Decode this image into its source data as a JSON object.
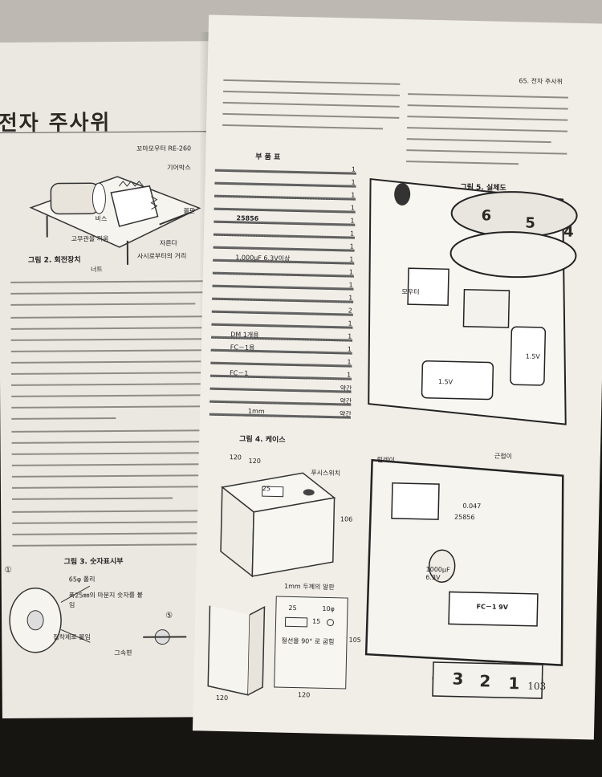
{
  "left_page": {
    "title": "전자 주사위",
    "fig2": {
      "caption": "그림 2. 회전장치",
      "labels": [
        "꼬마모우터 RE-260",
        "기어박스",
        "고무관을 끼움",
        "볼판",
        "비스",
        "자른다",
        "너트",
        "사시로부터의 거리"
      ]
    },
    "fig3": {
      "caption": "그림 3. 숫자표시부",
      "labels": [
        "①",
        "⑤",
        "65φ 폴리",
        "폭25㎜의 마분지 숫자를 붙임",
        "접착제로 붙임",
        "그속편"
      ]
    }
  },
  "right_page": {
    "header": "65. 전자 주사위",
    "page_number": "103",
    "parts_title": "부 품 표",
    "parts_values": [
      "1",
      "1",
      "1",
      "1",
      "1",
      "1",
      "1",
      "1",
      "1",
      "1",
      "1",
      "2",
      "1",
      "1",
      "1",
      "1",
      "1",
      "약간",
      "약간",
      "약간"
    ],
    "parts_fragments": [
      "25856",
      "1,000μF 6.3V이상",
      "DM 1개용",
      "FC－1용",
      "1mm",
      "FC－1"
    ],
    "fig4": {
      "caption": "그림 4. 케이스",
      "labels": [
        "120",
        "25",
        "푸시스위치",
        "106",
        "1mm 두께의 알판",
        "25",
        "10φ",
        "15",
        "절선을 90° 로 굽힘",
        "105",
        "120",
        "120",
        "120"
      ]
    },
    "fig5": {
      "caption": "그림 5. 실체도",
      "labels": [
        "모우터",
        "6",
        "5",
        "4",
        "1.5V",
        "1.5V",
        "릴레이",
        "근접이",
        "0.047",
        "25856",
        "1000μF 6.3V",
        "FC－1 9V",
        "3",
        "2",
        "1"
      ]
    }
  },
  "colors": {
    "paper": "#f1eee8",
    "paper_left": "#ebe8e1",
    "ink": "#2b2924",
    "text_blur": "#8f8b84",
    "background": "#171512"
  }
}
